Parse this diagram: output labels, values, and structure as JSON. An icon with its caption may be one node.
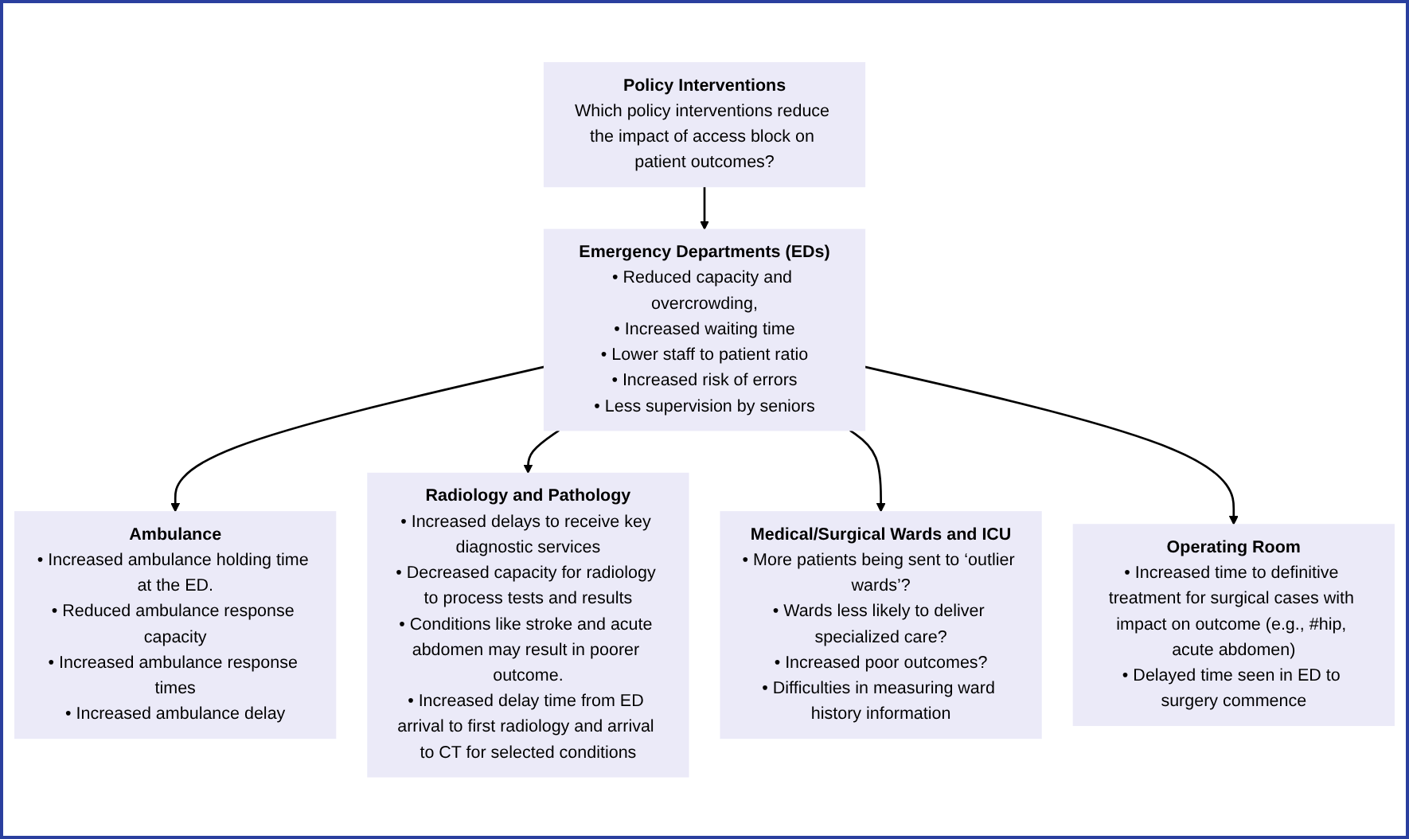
{
  "diagram": {
    "nodes": [
      {
        "text": [
          "Policy Interventions",
          "Which policy interventions reduce the impact of access block on patient outcomes?"
        ]
      },
      {
        "text": [
          "Radiology and Pathology",
          "• Increased delays to receive key diagnostic services",
          "• Decreased capacity for radiology to process tests and results",
          "• Conditions like stroke and acute abdomen may result in poorer outcome.",
          "• Increased delay time from ED arrival to first radiology and arrival to CT for selected conditions"
        ]
      },
      {
        "text": [
          "Ambulance",
          "• Increased ambulance holding time at the ED.",
          "• Reduced ambulance response capacity",
          "• Increased ambulance response times",
          "• Increased ambulance delay"
        ]
      },
      {
        "text": [
          "Emergency Departments (EDs)",
          "• Reduced capacity and overcrowding,",
          "• Increased waiting time",
          "• Lower staff to patient ratio",
          "• Increased risk of errors",
          "• Less supervision by seniors"
        ]
      },
      {
        "text": [
          "Operating Room",
          "• Increased time to definitive treatment for surgical cases with impact on outcome (e.g., #hip, acute abdomen)",
          "• Delayed time seen in ED to surgery commence"
        ]
      },
      {
        "text": [
          "Medical/Surgical Wards and ICU",
          "• More patients being sent to ‘outlier wards’?",
          "• Wards less likely to deliver specialized care?",
          "• Increased poor outcomes?",
          "• Difficulties in measuring ward history information"
        ]
      }
    ],
    "edges": [
      {
        "from": 0,
        "to": 3,
        "arrow": "to"
      },
      {
        "from": 3,
        "to": 2,
        "arrow": "to"
      },
      {
        "from": 3,
        "to": 1,
        "arrow": "to"
      },
      {
        "from": 3,
        "to": 5,
        "arrow": "to"
      },
      {
        "from": 3,
        "to": 4,
        "arrow": "to"
      }
    ]
  }
}
